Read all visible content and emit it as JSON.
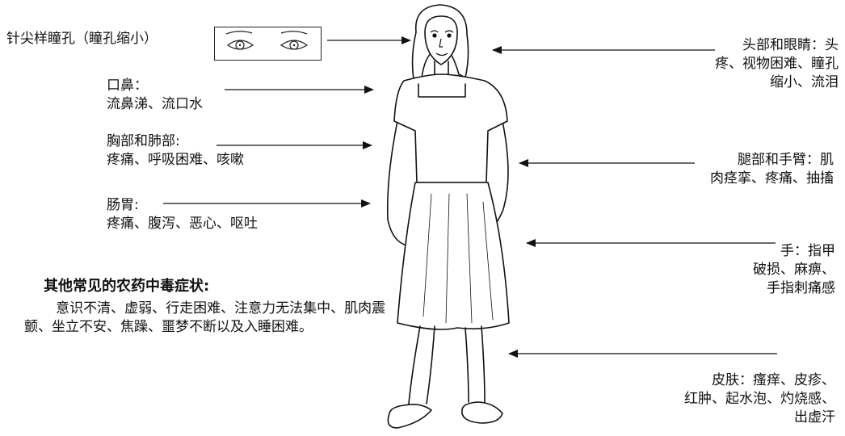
{
  "labels": {
    "pupils": "针尖样瞳孔（瞳孔缩小）",
    "nose_mouth": "口鼻：\n流鼻涕、流口水",
    "chest_lungs": "胸部和肺部:\n疼痛、呼吸困难、咳嗽",
    "stomach": "肠胃:\n疼痛、腹泻、恶心、呕吐",
    "head_eyes": "头部和眼睛：头\n疼、视物困难、瞳孔\n缩小、流泪",
    "legs_arms": "腿部和手臂：肌\n肉痉挛、疼痛、抽搐",
    "hands": "手：指甲\n破损、麻痹、\n手指刺痛感",
    "skin": "皮肤：瘙痒、皮疹、\n红肿、起水泡、灼烧感、\n出虚汗"
  },
  "other_symptoms": {
    "title": "其他常见的农药中毒症状:",
    "text": "意识不清、虚弱、行走困难、注意力无法集中、肌肉震颤、坐立不安、焦躁、噩梦不断以及入睡困难。"
  }
}
